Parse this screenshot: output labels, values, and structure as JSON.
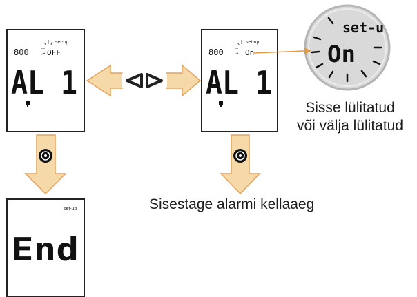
{
  "screens": {
    "alarm_off": {
      "small_value": "800",
      "mode_label": "set-up",
      "state_label": "OFF",
      "big_text": "AL 1"
    },
    "alarm_on": {
      "small_value": "800",
      "mode_label": "set-up",
      "state_label": "On",
      "big_text": "AL 1"
    },
    "end": {
      "mode_label": "set-up",
      "big_text": "End"
    },
    "zoom": {
      "mode_label": "set-u",
      "big_text": "On"
    }
  },
  "captions": {
    "on_or_off_line1": "Sisse lülitatud",
    "on_or_off_line2": "või välja lülitatud",
    "set_alarm_time": "Sisestage alarmi kellaaeg"
  },
  "colors": {
    "arrow_fill": "#f6d9a8",
    "arrow_stroke": "#e7a25a",
    "zoom_circle_fill": "#d9d9d9",
    "pointer_line": "#e39a42"
  },
  "icons": {
    "left_button": "triangle-left-button",
    "right_button": "triangle-right-button",
    "ok_button": "circle-button"
  }
}
